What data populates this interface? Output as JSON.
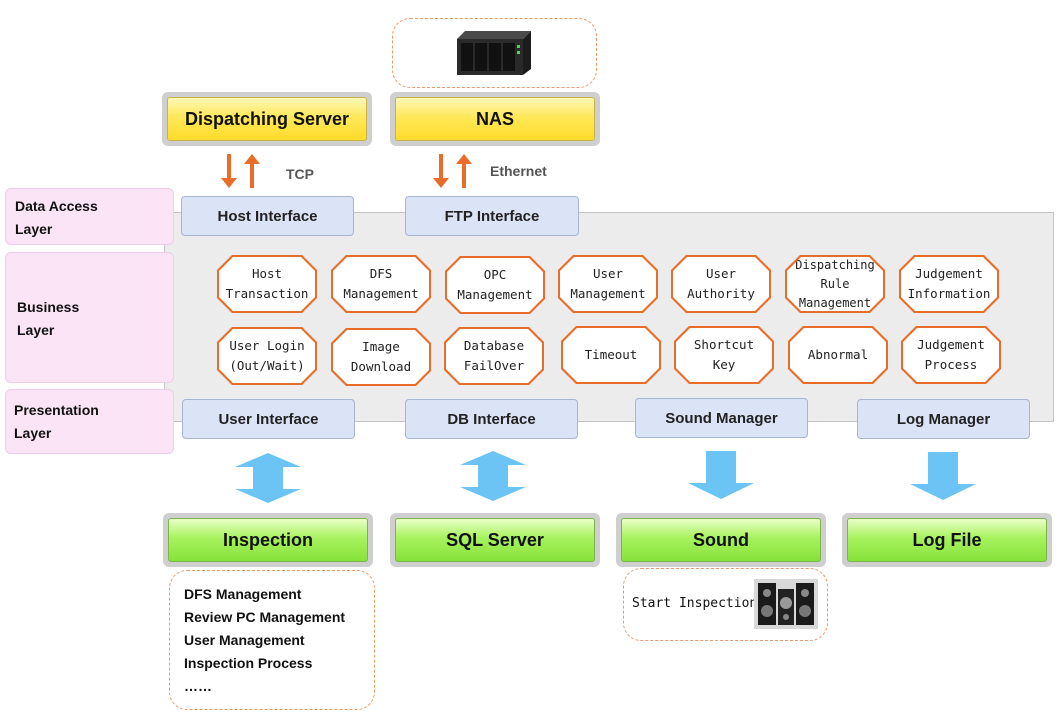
{
  "layers": {
    "data_access": [
      "Data Access",
      "Layer"
    ],
    "business": [
      "Business",
      "Layer"
    ],
    "presentation": [
      "Presentation",
      "Layer"
    ]
  },
  "servers": {
    "dispatching": "Dispatching Server",
    "nas": "NAS"
  },
  "protocols": {
    "tcp": "TCP",
    "ethernet": "Ethernet"
  },
  "interfaces": {
    "host": "Host Interface",
    "ftp": "FTP Interface",
    "user": "User Interface",
    "db": "DB Interface",
    "sound": "Sound Manager",
    "log": "Log Manager"
  },
  "modules": {
    "row1": [
      "Host\nTransaction",
      "DFS\nManagement",
      "OPC\nManagement",
      "User\nManagement",
      "User\nAuthority",
      "Dispatching\nRule\nManagement",
      "Judgement\nInformation"
    ],
    "row2": [
      "User Login\n(Out/Wait)",
      "Image\nDownload",
      "Database\nFailOver",
      "Timeout",
      "Shortcut\nKey",
      "Abnormal",
      "Judgement\nProcess"
    ]
  },
  "targets": {
    "inspection": "Inspection",
    "sql": "SQL Server",
    "sound": "Sound",
    "log": "Log File"
  },
  "inspection_items": [
    "DFS Management",
    "Review PC Management",
    "User Management",
    "Inspection Process",
    "……"
  ],
  "sound_note": "Start Inspection",
  "colors": {
    "accent_orange": "#e96c28",
    "arrow_blue": "#6cc4f4",
    "interface_blue": "#dbe3f6",
    "layer_pink": "#fbe4f5",
    "server_yellow": "#ffe85a",
    "target_green": "#a7f25e"
  },
  "icons": [
    "nas-device-icon",
    "speaker-icon"
  ]
}
